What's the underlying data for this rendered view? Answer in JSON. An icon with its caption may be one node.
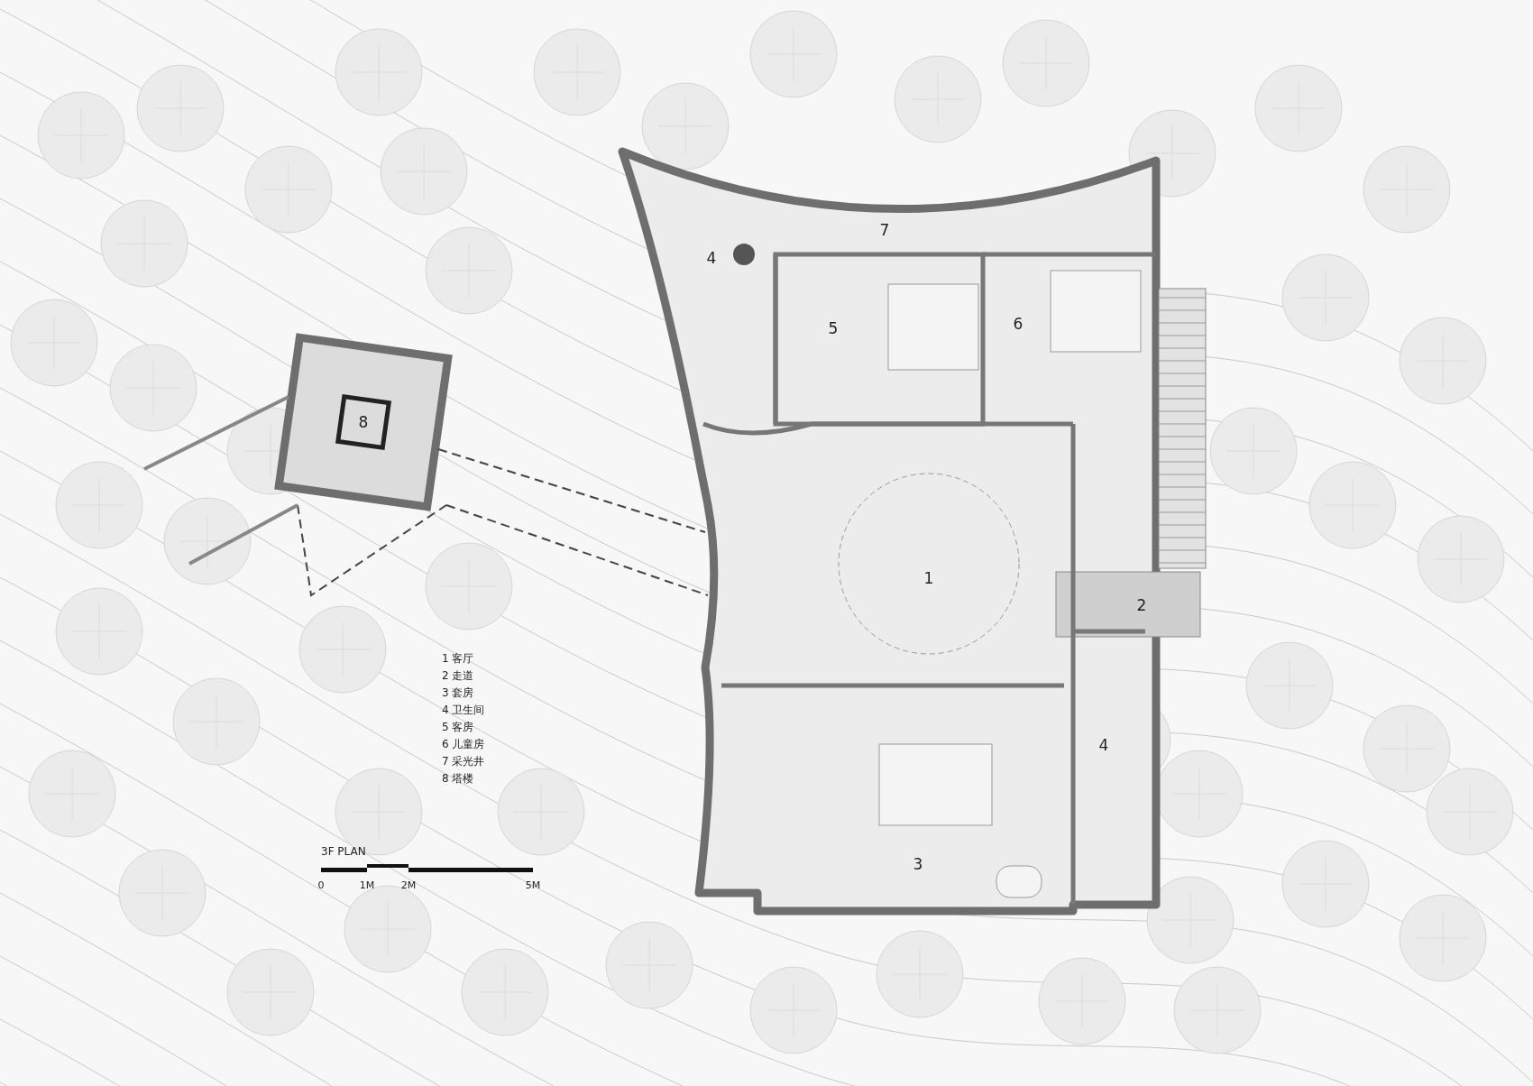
{
  "diagram": {
    "title": "3F PLAN",
    "labels": [
      "7",
      "4",
      "5",
      "6",
      "8",
      "1",
      "2",
      "4",
      "3",
      "1 客厅",
      "2 走道",
      "3 套房",
      "4 卫生间",
      "5 客房",
      "6 儿童房",
      "7 采光井",
      "8 塔楼",
      "0",
      "1M",
      "2M",
      "5M"
    ]
  }
}
